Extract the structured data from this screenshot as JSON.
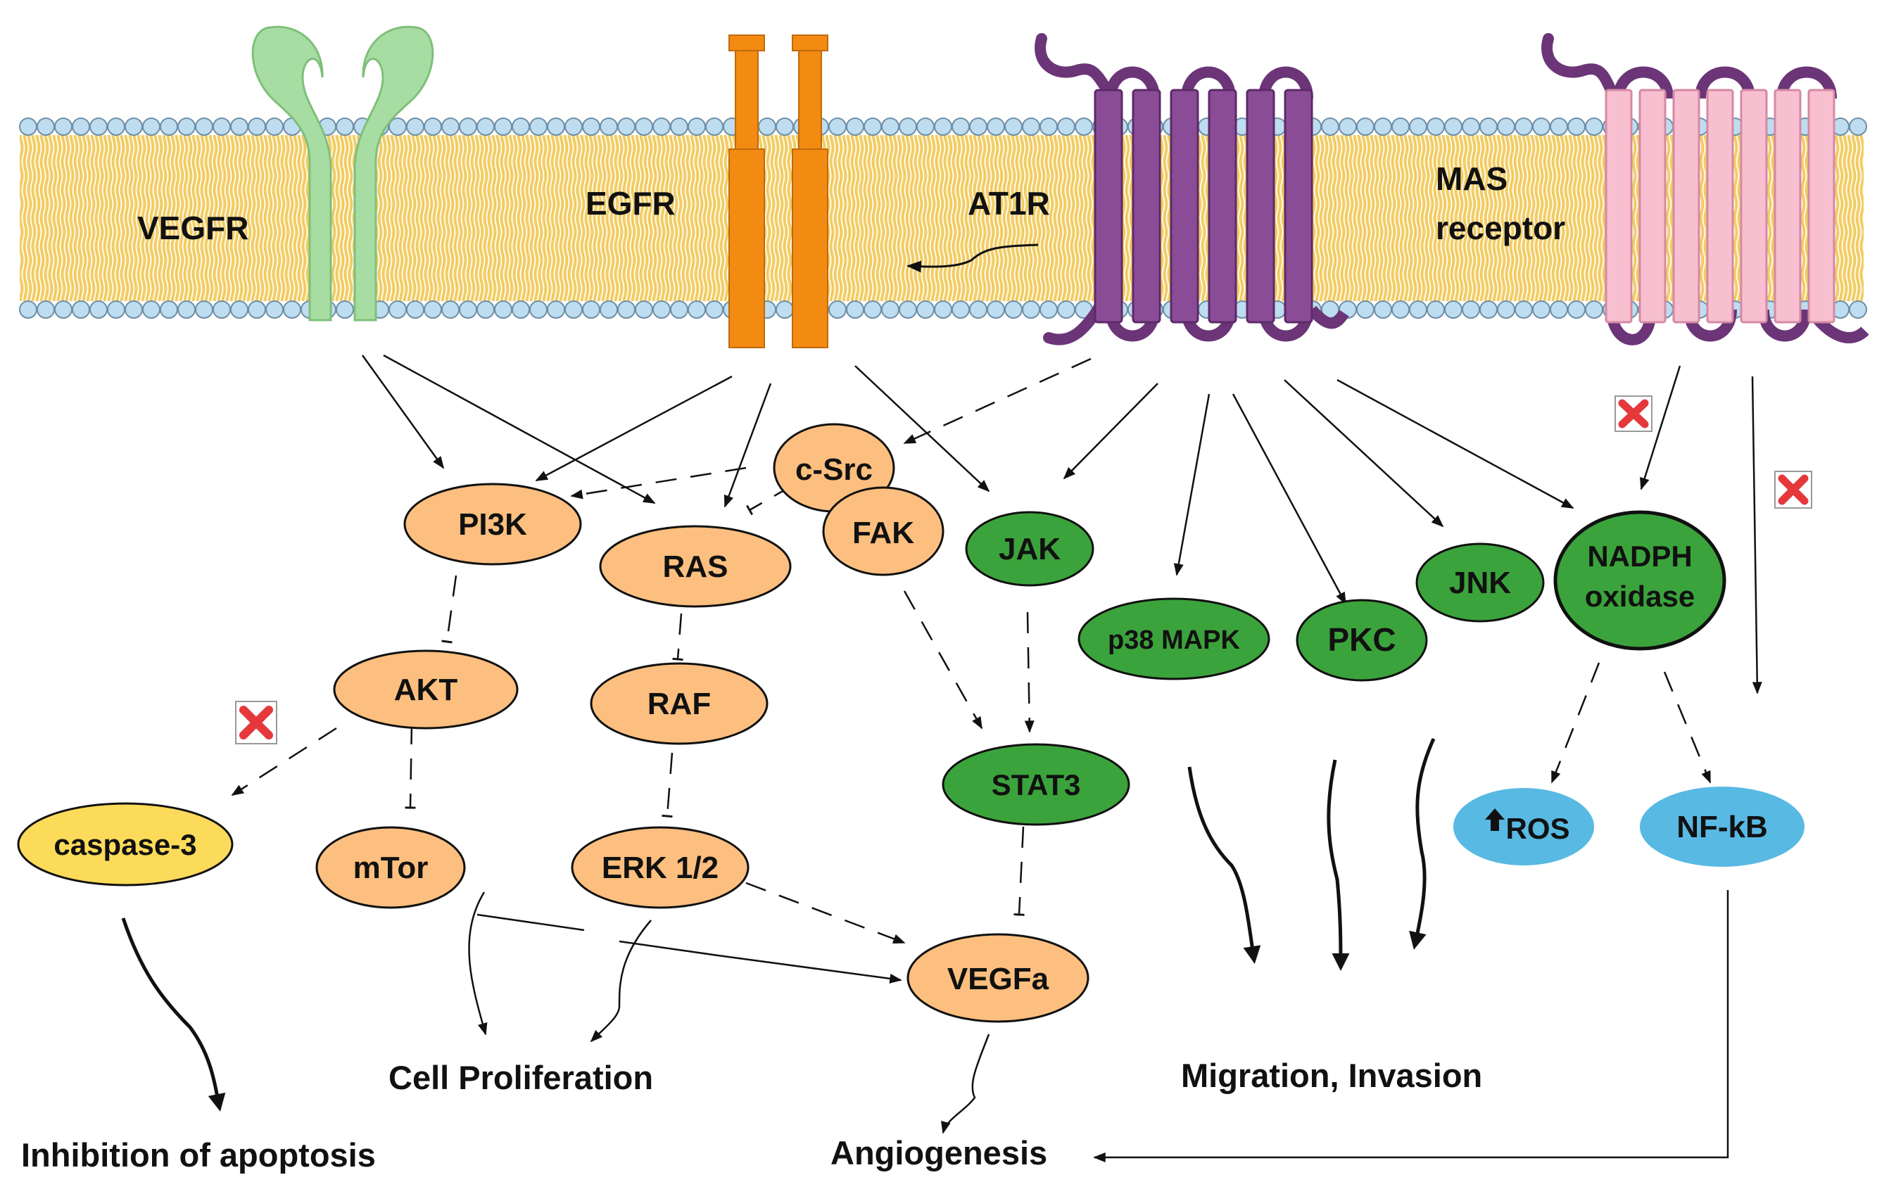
{
  "receptors": {
    "vegfr": "VEGFR",
    "egfr": "EGFR",
    "at1r": "AT1R",
    "mas_line1": "MAS",
    "mas_line2": "receptor"
  },
  "nodes": {
    "pi3k": "PI3K",
    "ras": "RAS",
    "csrc": "c-Src",
    "fak": "FAK",
    "jak": "JAK",
    "akt": "AKT",
    "raf": "RAF",
    "stat3": "STAT3",
    "caspase3": "caspase-3",
    "mtor": "mTor",
    "erk": "ERK 1/2",
    "vegfa": "VEGFa",
    "p38": "p38 MAPK",
    "pkc": "PKC",
    "jnk": "JNK",
    "nadph_line1": "NADPH",
    "nadph_line2": "oxidase",
    "ros": "ROS",
    "nfkb": "NF-kB"
  },
  "outcomes": {
    "apoptosis": "Inhibition of apoptosis",
    "proliferation": "Cell Proliferation",
    "angiogenesis": "Angiogenesis",
    "migration": "Migration, Invasion"
  },
  "colors": {
    "orange_node": "#FDBF7F",
    "green_node": "#3BA33B",
    "yellow_node": "#FDDB5A",
    "blue_node": "#58B9E3",
    "lipid_head": "#BFDDF0",
    "lipid_core": "#F2CC62",
    "vegfr": "#A7DDA3",
    "egfr": "#F38A12",
    "at1r": "#7E4689",
    "mas": "#F7BFD0",
    "inhibit_mark": "#E5383B"
  },
  "icons": {
    "inhibition": "red-x-icon",
    "increase": "up-arrow-icon"
  }
}
